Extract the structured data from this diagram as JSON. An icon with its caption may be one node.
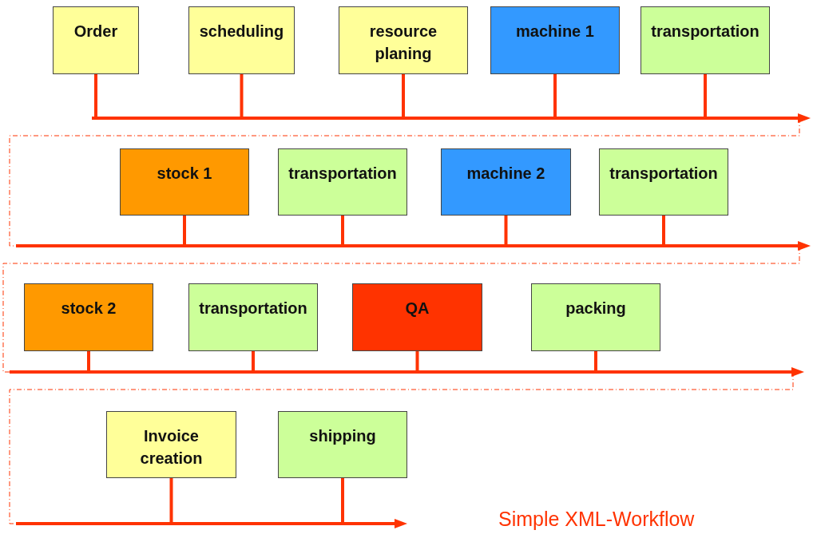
{
  "diagram": {
    "caption": "Simple XML-Workflow",
    "nodes": [
      {
        "text": [
          "Order"
        ]
      },
      {
        "text": [
          "scheduling"
        ]
      },
      {
        "text": [
          "resource planing"
        ]
      },
      {
        "text": [
          "machine 1"
        ]
      },
      {
        "text": [
          "transportation"
        ]
      },
      {
        "text": [],
        "shape": "bar"
      },
      {
        "text": [
          "stock 1"
        ]
      },
      {
        "text": [
          "transportation"
        ]
      },
      {
        "text": [
          "machine 2"
        ]
      },
      {
        "text": [
          "transportation"
        ]
      },
      {
        "text": [],
        "shape": "bar"
      },
      {
        "text": [
          "stock 2"
        ]
      },
      {
        "text": [
          "transportation"
        ]
      },
      {
        "text": [
          "QA"
        ]
      },
      {
        "text": [
          "packing"
        ]
      },
      {
        "text": [],
        "shape": "bar"
      },
      {
        "text": [
          "Invoice creation"
        ]
      },
      {
        "text": [
          "shipping"
        ]
      },
      {
        "text": [],
        "shape": "bar"
      }
    ],
    "edges": [
      {
        "from": 0,
        "to": 5,
        "arrow": "none"
      },
      {
        "from": 1,
        "to": 5,
        "arrow": "none"
      },
      {
        "from": 2,
        "to": 5,
        "arrow": "none"
      },
      {
        "from": 3,
        "to": 5,
        "arrow": "none"
      },
      {
        "from": 4,
        "to": 5,
        "arrow": "none"
      },
      {
        "from": 5,
        "to": 10,
        "arrow": "none",
        "style": "dashed"
      },
      {
        "from": 6,
        "to": 10,
        "arrow": "none"
      },
      {
        "from": 7,
        "to": 10,
        "arrow": "none"
      },
      {
        "from": 8,
        "to": 10,
        "arrow": "none"
      },
      {
        "from": 9,
        "to": 10,
        "arrow": "none"
      },
      {
        "from": 10,
        "to": 15,
        "arrow": "none",
        "style": "dashed"
      },
      {
        "from": 11,
        "to": 15,
        "arrow": "none"
      },
      {
        "from": 12,
        "to": 15,
        "arrow": "none"
      },
      {
        "from": 13,
        "to": 15,
        "arrow": "none"
      },
      {
        "from": 14,
        "to": 15,
        "arrow": "none"
      },
      {
        "from": 15,
        "to": 18,
        "arrow": "none",
        "style": "dashed"
      },
      {
        "from": 16,
        "to": 18,
        "arrow": "none"
      },
      {
        "from": 17,
        "to": 18,
        "arrow": "none"
      }
    ]
  }
}
